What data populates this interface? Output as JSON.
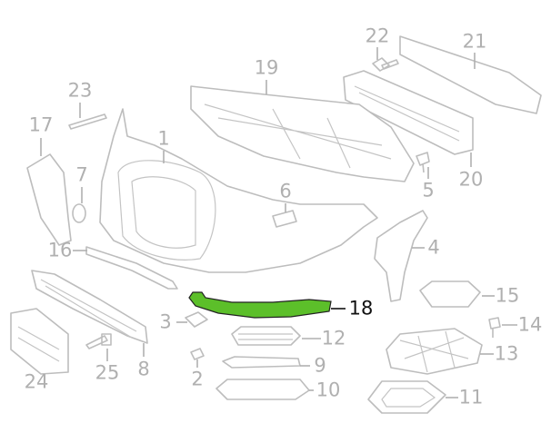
{
  "diagram": {
    "highlighted_part": "18",
    "highlight_color": "#5cbf2a",
    "labels": [
      "22",
      "21",
      "19",
      "23",
      "17",
      "1",
      "7",
      "6",
      "5",
      "20",
      "16",
      "4",
      "15",
      "18",
      "3",
      "14",
      "12",
      "13",
      "8",
      "25",
      "9",
      "2",
      "24",
      "10",
      "11"
    ]
  }
}
